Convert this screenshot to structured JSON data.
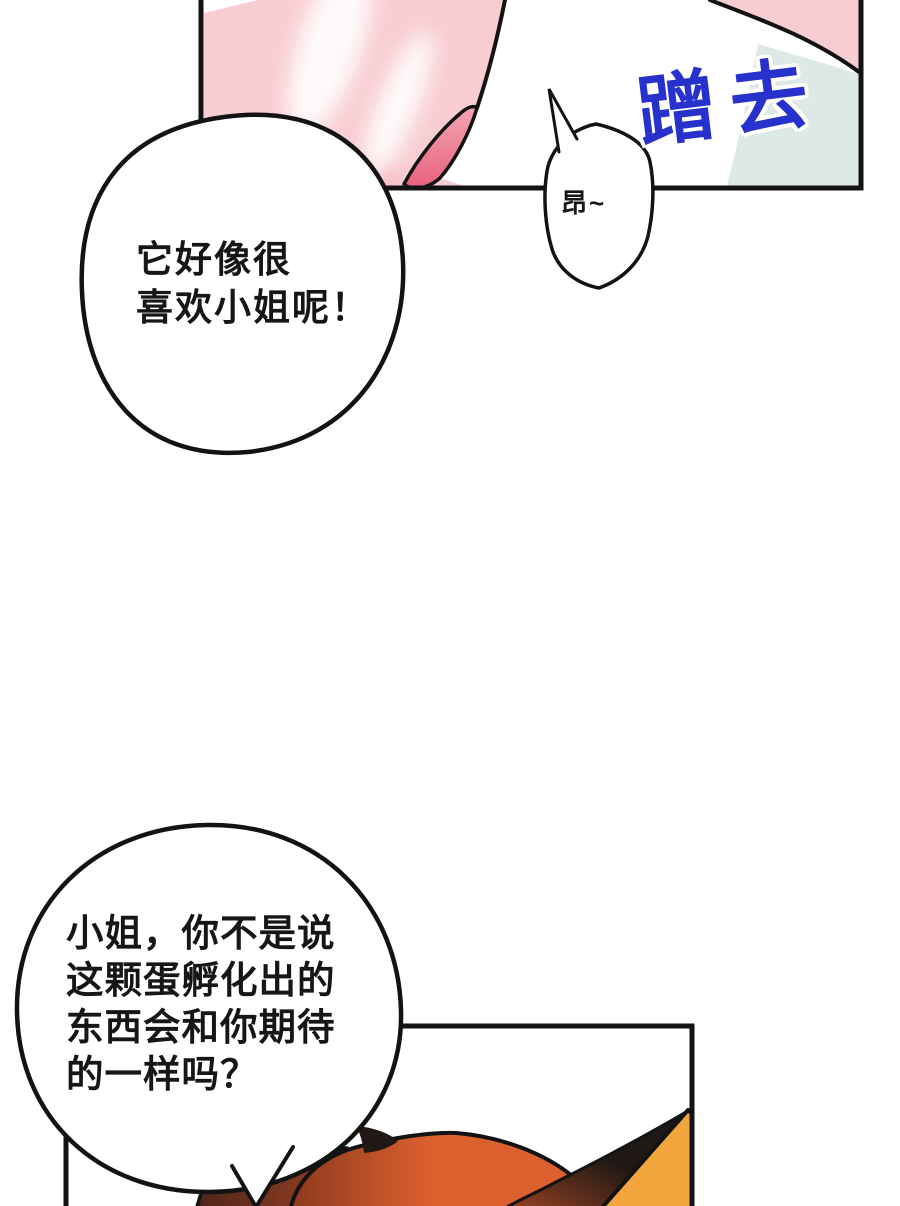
{
  "comic": {
    "page_bg": "#FFFFFF",
    "sfx": {
      "text": "蹭去",
      "color": "#2731CB"
    },
    "bubbles": {
      "small": {
        "text": "昂~"
      },
      "top": {
        "line1": "它好像很",
        "line2": "喜欢小姐呢！"
      },
      "bottom": {
        "line1": "小姐，你不是说",
        "line2": "这颗蛋孵化出的",
        "line3": "东西会和你期待",
        "line4": "的一样吗？"
      }
    },
    "colors": {
      "outline": "#131313",
      "text": "#161616",
      "bubble_fill": "#FFFFFF",
      "pink_light": "#F8CDD2",
      "pink_mid": "#F2A6B2",
      "pink_deep": "#E8607E",
      "mint": "#DDE9E4",
      "sfx_blue": "#2731CB",
      "orange": "#DC5F2E",
      "orange_dark": "#8C3A1E",
      "amber": "#F2A53C",
      "brown_dark": "#1F1814",
      "maroon_dark": "#4E241A",
      "maroon_light": "#9C4424"
    }
  }
}
